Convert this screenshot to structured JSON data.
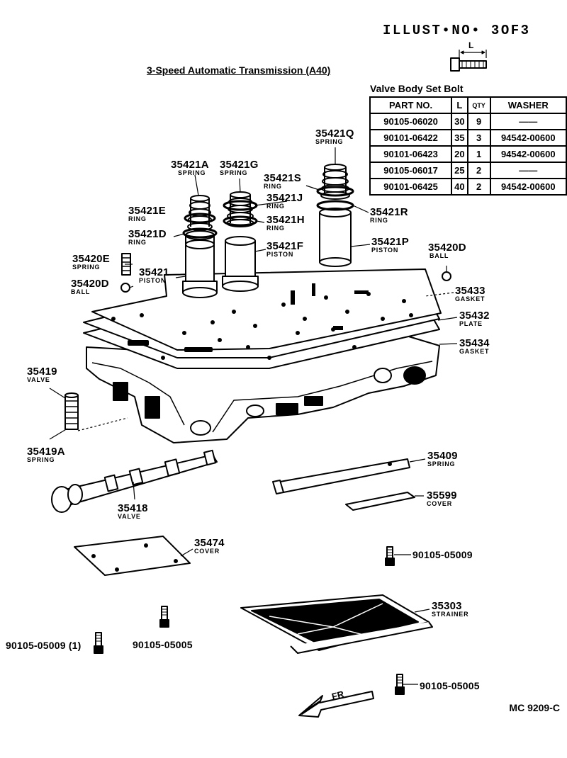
{
  "illust_no": "ILLUST•NO• 3OF3",
  "title": "3-Speed Automatic Transmission (A40)",
  "bolt_dimension_label": "L",
  "valve_body_table": {
    "title": "Valve Body Set Bolt",
    "headers": [
      "PART NO.",
      "L",
      "QTY",
      "WASHER"
    ],
    "rows": [
      [
        "90105-06020",
        "30",
        "9",
        "——"
      ],
      [
        "90101-06422",
        "35",
        "3",
        "94542-00600"
      ],
      [
        "90101-06423",
        "20",
        "1",
        "94542-00600"
      ],
      [
        "90105-06017",
        "25",
        "2",
        "——"
      ],
      [
        "90101-06425",
        "40",
        "2",
        "94542-00600"
      ]
    ]
  },
  "labels": {
    "p35421q": {
      "part": "35421Q",
      "desc": "SPRING"
    },
    "p35421a": {
      "part": "35421A",
      "desc": "SPRING"
    },
    "p35421g": {
      "part": "35421G",
      "desc": "SPRING"
    },
    "p35421s": {
      "part": "35421S",
      "desc": "RING"
    },
    "p35421j": {
      "part": "35421J",
      "desc": "RING"
    },
    "p35421e": {
      "part": "35421E",
      "desc": "RING"
    },
    "p35421h": {
      "part": "35421H",
      "desc": "RING"
    },
    "p35421r": {
      "part": "35421R",
      "desc": "RING"
    },
    "p35421d": {
      "part": "35421D",
      "desc": "RING"
    },
    "p35421f": {
      "part": "35421F",
      "desc": "PISTON"
    },
    "p35421p": {
      "part": "35421P",
      "desc": "PISTON"
    },
    "p35420d_r": {
      "part": "35420D",
      "desc": "BALL"
    },
    "p35420e": {
      "part": "35420E",
      "desc": "SPRING"
    },
    "p35421": {
      "part": "35421",
      "desc": "PISTON"
    },
    "p35420d_l": {
      "part": "35420D",
      "desc": "BALL"
    },
    "p35433": {
      "part": "35433",
      "desc": "GASKET"
    },
    "p35432": {
      "part": "35432",
      "desc": "PLATE"
    },
    "p35434": {
      "part": "35434",
      "desc": "GASKET"
    },
    "p35419": {
      "part": "35419",
      "desc": "VALVE"
    },
    "p35419a": {
      "part": "35419A",
      "desc": "SPRING"
    },
    "p35409": {
      "part": "35409",
      "desc": "SPRING"
    },
    "p35599": {
      "part": "35599",
      "desc": "COVER"
    },
    "p35418": {
      "part": "35418",
      "desc": "VALVE"
    },
    "p35474": {
      "part": "35474",
      "desc": "COVER"
    },
    "p35303": {
      "part": "35303",
      "desc": "STRAINER"
    }
  },
  "bolts": {
    "b1": "90105-05009",
    "b2": "90105-05009 (1)",
    "b3": "90105-05005",
    "b4": "90105-05005"
  },
  "direction_mark": "FR",
  "catalog_code": "MC  9209-C"
}
